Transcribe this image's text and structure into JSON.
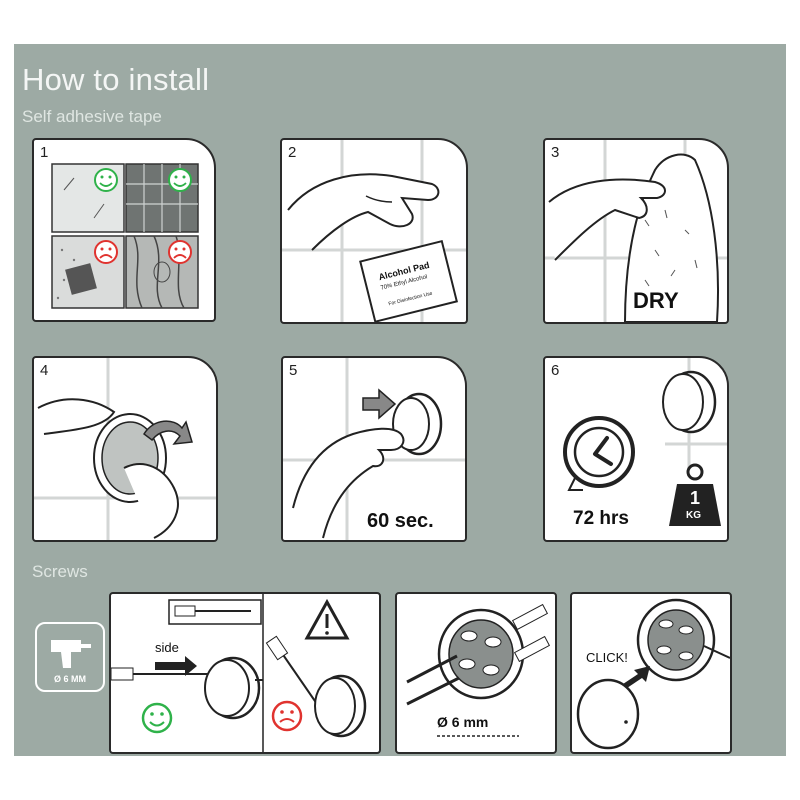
{
  "header": {
    "title": "How to install",
    "subtitle": "Self adhesive tape"
  },
  "steps": [
    {
      "number": "1"
    },
    {
      "number": "2",
      "pad_title": "Alcohol Pad",
      "pad_sub": "70% Ethyl Alcohol",
      "pad_note": "For Disinfection Use"
    },
    {
      "number": "3",
      "label": "DRY"
    },
    {
      "number": "4"
    },
    {
      "number": "5",
      "label": "60 sec."
    },
    {
      "number": "6",
      "label": "72 hrs",
      "weight": "1",
      "weight_unit": "KG"
    }
  ],
  "screws": {
    "label": "Screws",
    "drill_label": "Ø 6 MM",
    "side_label": "side",
    "hole_label": "Ø 6 mm",
    "click_label": "CLICK!"
  },
  "colors": {
    "background": "#9daaa4",
    "happy": "#2fb24a",
    "sad": "#e0332f"
  }
}
